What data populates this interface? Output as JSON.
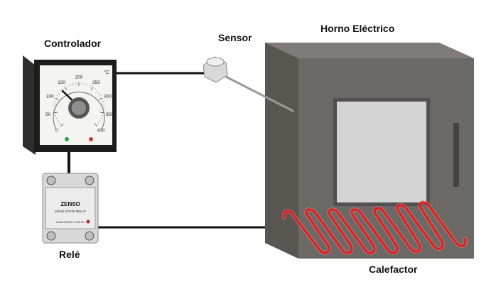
{
  "labels": {
    "controller": "Controlador",
    "sensor": "Sensor",
    "oven": "Horno Eléctrico",
    "relay": "Relé",
    "heater": "Calefactor"
  },
  "dial": {
    "unit": "°C",
    "scale": [
      "0",
      "50",
      "100",
      "150",
      "200",
      "250",
      "300",
      "350",
      "400"
    ]
  },
  "relay_panel": {
    "brand": "ZENSO",
    "title": "SOLID STATE RELAY",
    "url": "WWW.ZENSO.COM.MX"
  },
  "colors": {
    "wire": "#111111",
    "oven_body": "#6b6865",
    "oven_side": "#595652",
    "oven_top": "#7e7b78",
    "window": "#d4d4d4",
    "heater_coil": "#d81e1e",
    "controller_bezel": "#1c1c1c",
    "relay_body": "#ececec"
  }
}
